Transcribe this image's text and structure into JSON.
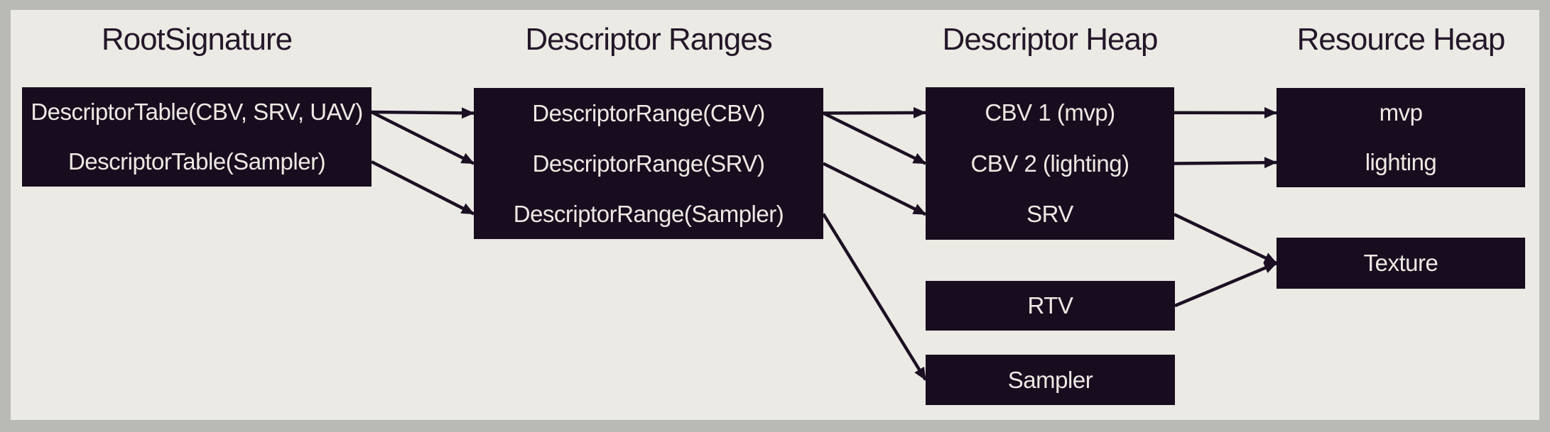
{
  "diagram": {
    "columns": [
      {
        "title": "RootSignature",
        "boxes": [
          {
            "name": "root-table-box",
            "rows": [
              "DescriptorTable(CBV, SRV, UAV)",
              "DescriptorTable(Sampler)"
            ]
          }
        ]
      },
      {
        "title": "Descriptor Ranges",
        "boxes": [
          {
            "name": "descriptor-ranges-box",
            "rows": [
              "DescriptorRange(CBV)",
              "DescriptorRange(SRV)",
              "DescriptorRange(Sampler)"
            ]
          }
        ]
      },
      {
        "title": "Descriptor Heap",
        "boxes": [
          {
            "name": "descriptor-heap-box",
            "rows": [
              "CBV 1 (mvp)",
              "CBV 2 (lighting)",
              "SRV"
            ]
          },
          {
            "name": "rtv-box",
            "rows": [
              "RTV"
            ]
          },
          {
            "name": "sampler-box",
            "rows": [
              "Sampler"
            ]
          }
        ]
      },
      {
        "title": "Resource Heap",
        "boxes": [
          {
            "name": "resource-buffer-box",
            "rows": [
              "mvp",
              "lighting"
            ]
          },
          {
            "name": "texture-box",
            "rows": [
              "Texture"
            ]
          }
        ]
      }
    ],
    "edges": [
      [
        "root-0",
        "ranges-0"
      ],
      [
        "root-0",
        "ranges-1"
      ],
      [
        "root-1",
        "ranges-2"
      ],
      [
        "ranges-0",
        "heap-0"
      ],
      [
        "ranges-0",
        "heap-1"
      ],
      [
        "ranges-1",
        "heap-2"
      ],
      [
        "ranges-2",
        "sampler"
      ],
      [
        "heap-0",
        "res-0"
      ],
      [
        "heap-1",
        "res-1"
      ],
      [
        "heap-2",
        "texture"
      ],
      [
        "rtv",
        "texture"
      ]
    ],
    "colors": {
      "frame": "#b9bab4",
      "background": "#ebeae4",
      "box_fill": "#180d1f",
      "box_text": "#ece9e3",
      "title_text": "#231729",
      "arrow": "#1b1023"
    }
  }
}
